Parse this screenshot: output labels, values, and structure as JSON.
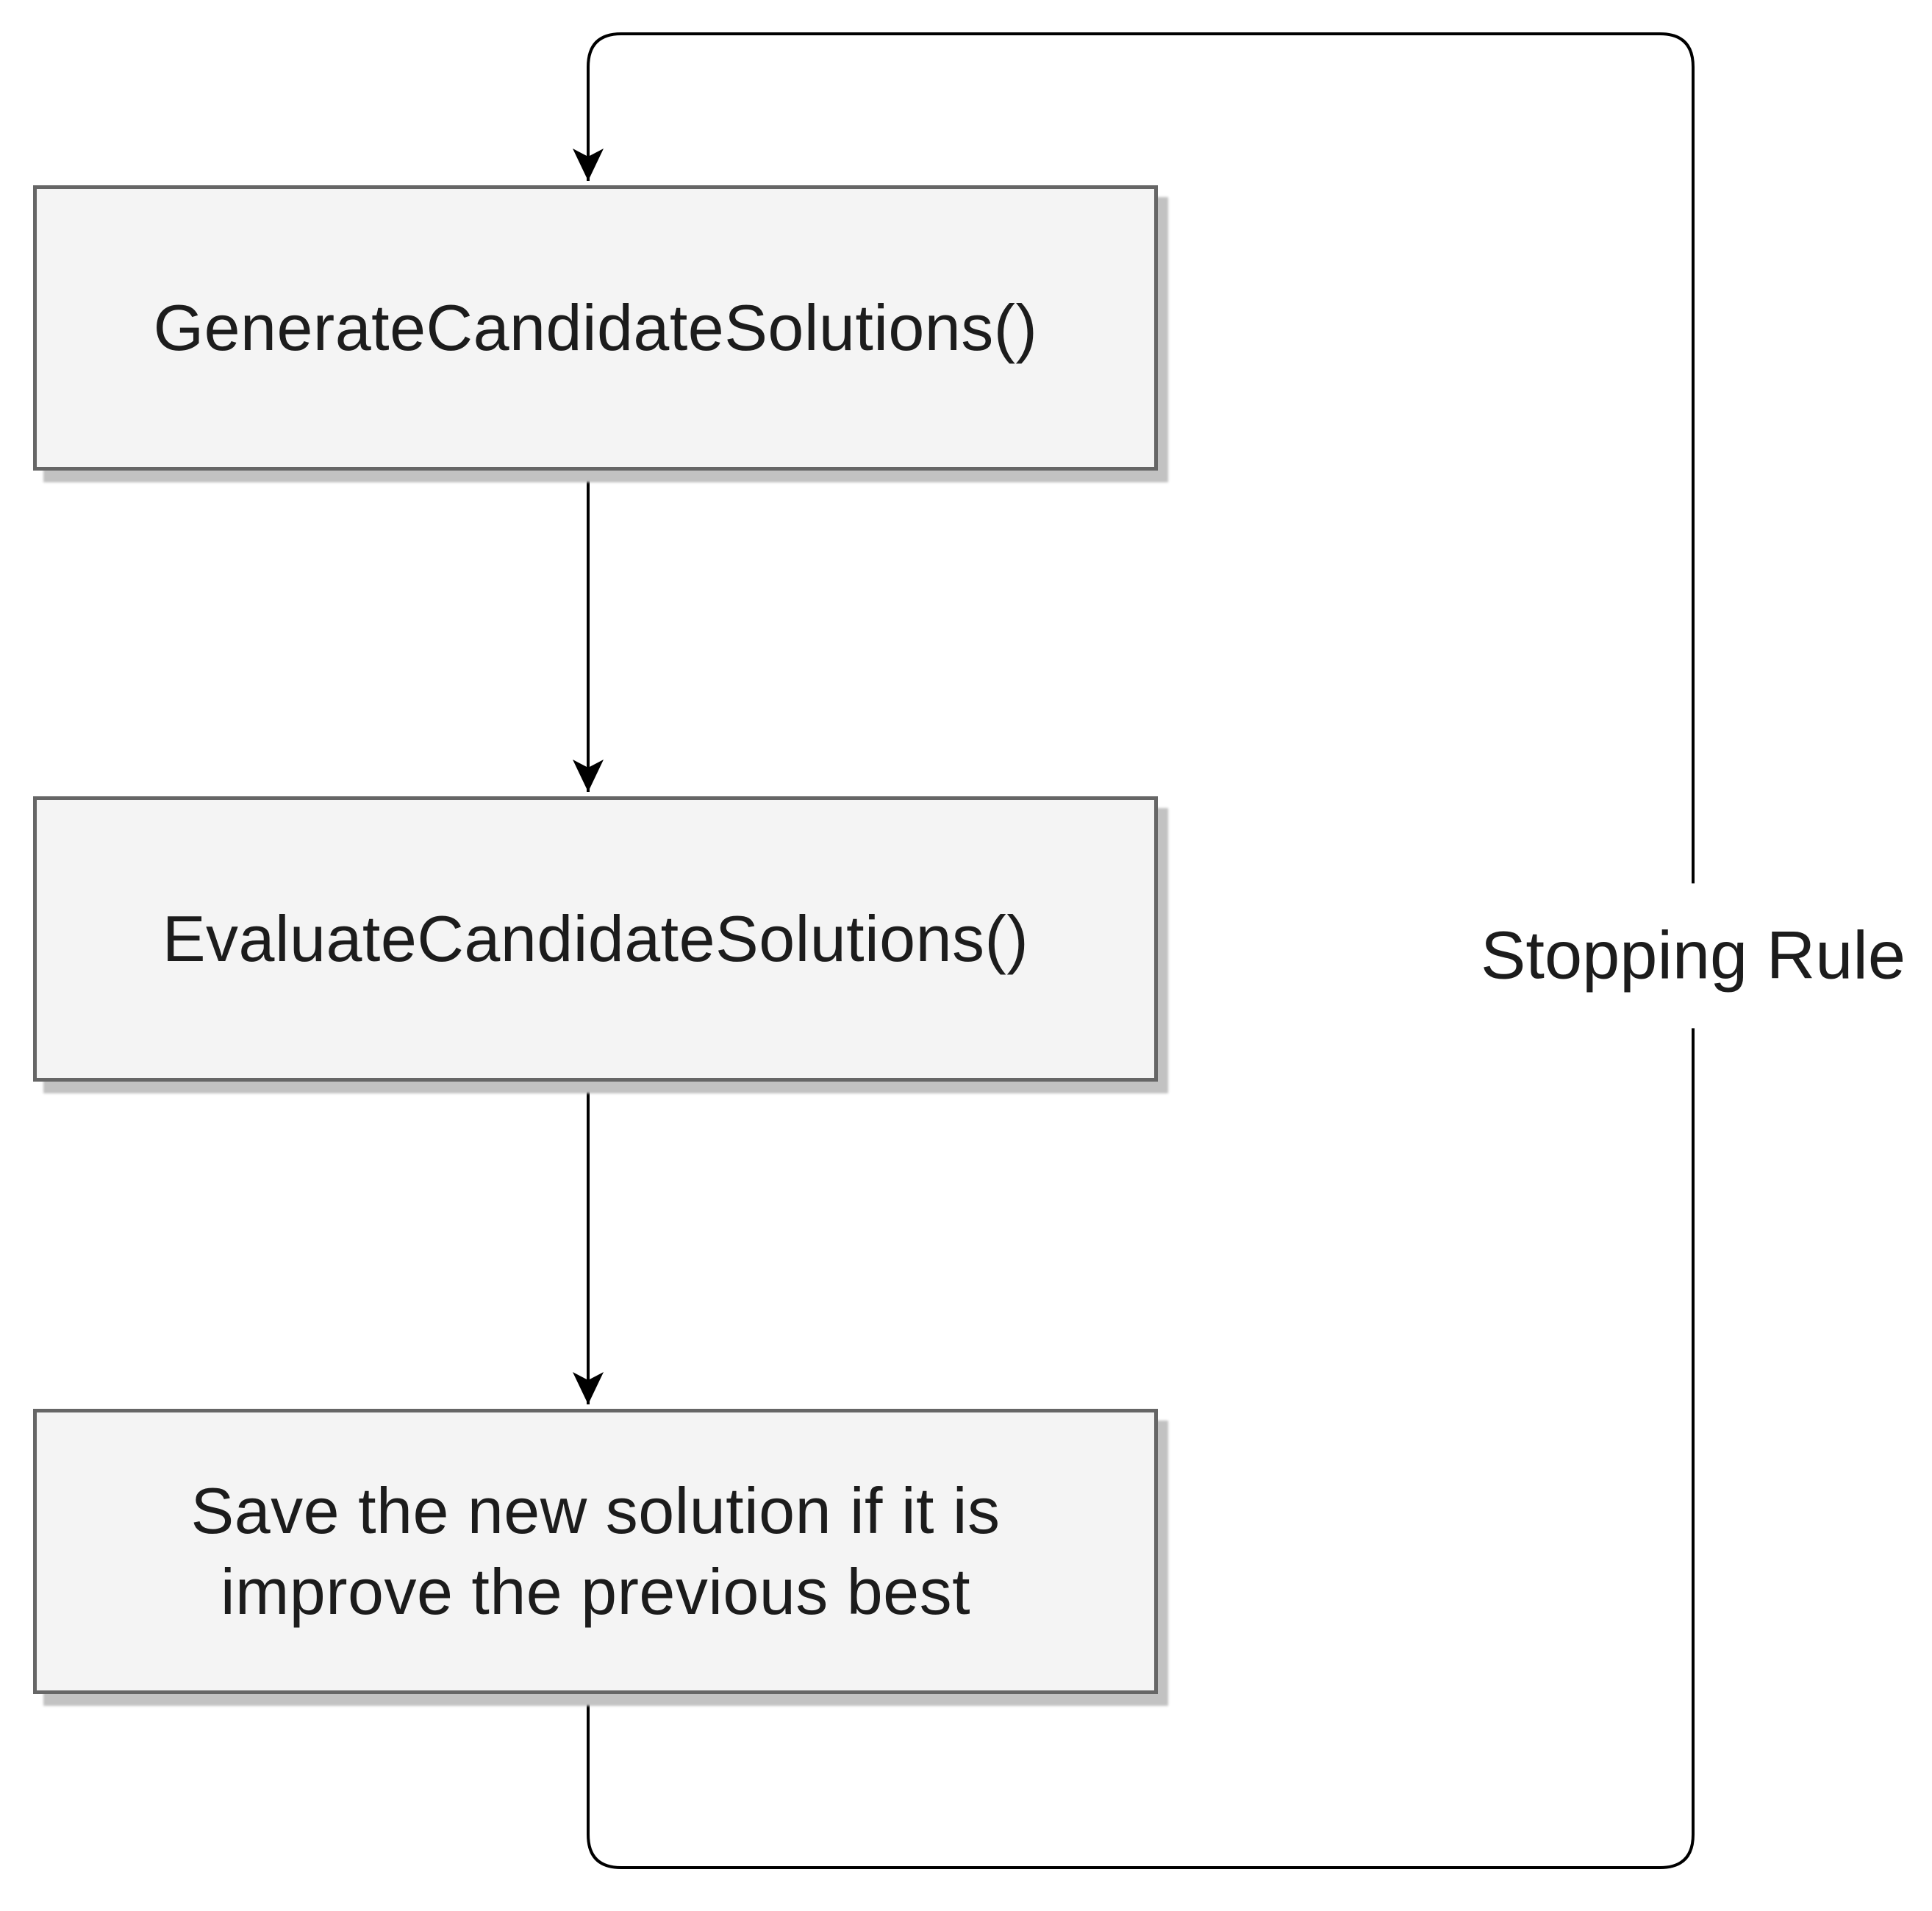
{
  "diagram": {
    "type": "flowchart",
    "nodes": [
      {
        "id": "generate",
        "label": "GenerateCandidateSolutions()"
      },
      {
        "id": "evaluate",
        "label": "EvaluateCandidateSolutions()"
      },
      {
        "id": "save",
        "label": "Save the new solution if it is\nimprove the previous best"
      }
    ],
    "connectors": [
      {
        "from": "generate",
        "to": "evaluate",
        "label": ""
      },
      {
        "from": "evaluate",
        "to": "save",
        "label": ""
      },
      {
        "from": "save",
        "to": "generate",
        "label": "Stopping Rule"
      }
    ],
    "colors": {
      "background": "#ffffff",
      "node_fill": "#f4f4f4",
      "node_border": "#666666",
      "node_text": "#1c1c1c",
      "connector": "#000000",
      "shadow": "#c2c2c2"
    }
  }
}
